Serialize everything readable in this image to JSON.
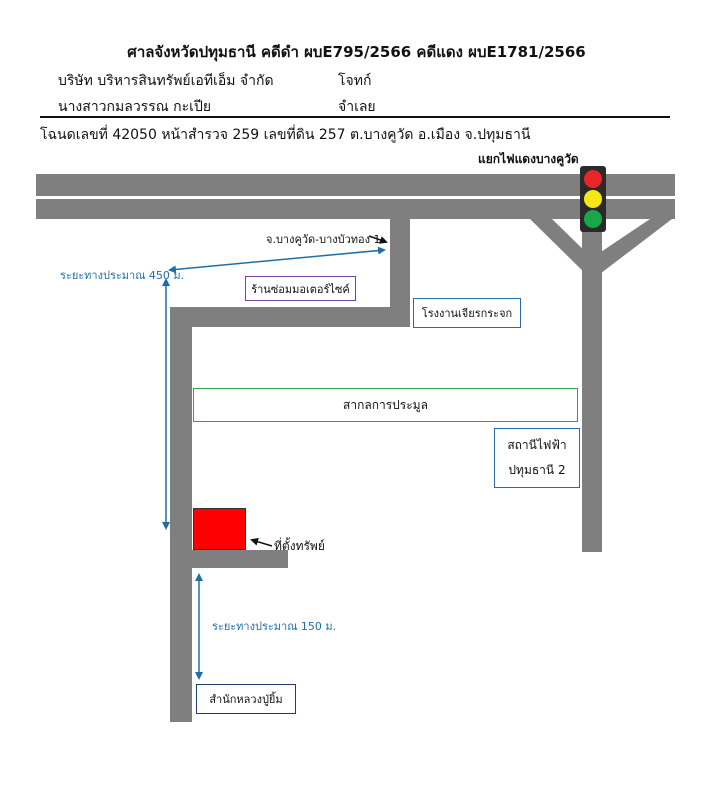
{
  "header": {
    "title": "ศาลจังหวัดปทุมธานี คดีดำ ผบE795/2566 คดีแดง ผบE1781/2566",
    "plaintiff_name": "บริษัท บริหารสินทรัพย์เอทีเอ็ม จำกัด",
    "plaintiff_role": "โจทก์",
    "defendant_name": "นางสาวกมลวรรณ กะเปีย",
    "defendant_role": "จำเลย",
    "deed_info": "โฉนดเลขที่ 42050 หน้าสำรวจ 259 เลขที่ดิน 257 ต.บางคูวัด อ.เมือง จ.ปทุมธานี"
  },
  "map": {
    "intersection_label": "แยกไฟแดงบางคูวัด",
    "traffic_light_colors": [
      "#e8262a",
      "#f5e614",
      "#18a84a"
    ],
    "road_color": "#7f7f7f",
    "side_road_label": "จ.บางคูวัด-บางบัวทอง 1",
    "distance_top": "ระยะทางประมาณ 450 ม.",
    "distance_bottom": "ระยะทางประมาณ 150 ม.",
    "distance_color": "#1f6fa6",
    "landmarks": {
      "motorcycle_shop": "ร้านซ่อมมอเตอร์ไซค์",
      "glass_factory": "โรงงานเจียรกระจก",
      "school": "สากลการประมูล",
      "substation_line1": "สถานีไฟฟ้า",
      "substation_line2": "ปทุมธานี 2",
      "temple_office": "สำนักหลวงปู่ยิ้ม"
    },
    "property_label": "ที่ตั้งทรัพย์",
    "property_color": "#ff0000"
  }
}
